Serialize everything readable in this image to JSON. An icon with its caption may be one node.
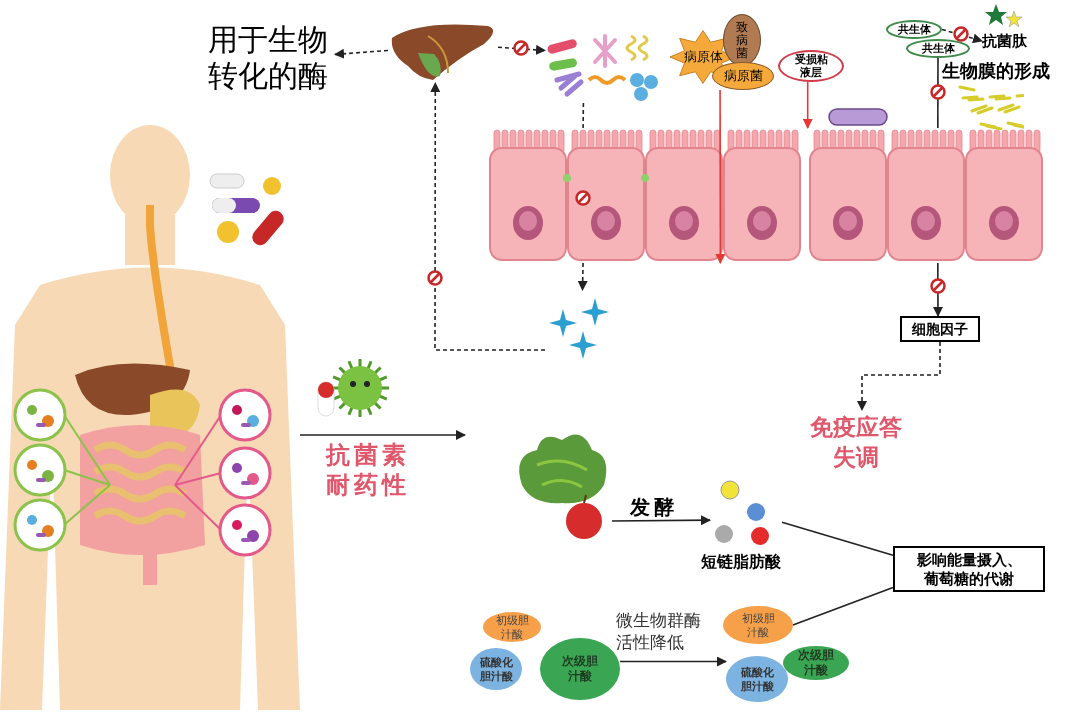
{
  "diagram": {
    "nodes": [
      {
        "text": [
          "用于生物转化的酶"
        ]
      },
      {
        "text": [],
        "shape": "picture"
      },
      {
        "text": [],
        "shape": "picture"
      },
      {
        "text": [
          "病原体"
        ]
      },
      {
        "text": [
          "致病菌"
        ]
      },
      {
        "text": [
          "病原菌"
        ]
      },
      {
        "text": [
          "受损粘液层"
        ]
      },
      {
        "text": [
          "共生体"
        ]
      },
      {
        "text": [
          "共生体"
        ]
      },
      {
        "text": [
          "抗菌肽"
        ]
      },
      {
        "text": [],
        "shape": "picture"
      },
      {
        "text": [],
        "shape": "picture"
      },
      {
        "text": [
          "细胞因子"
        ]
      },
      {
        "text": [
          "免疫应答失调"
        ]
      },
      {
        "text": [],
        "shape": "picture"
      },
      {
        "text": [],
        "shape": "picture"
      },
      {
        "text": [],
        "shape": "picture",
        "beside": [
          "短链脂肪酸"
        ]
      },
      {
        "text": [
          "影响能量摄入、葡萄糖的代谢"
        ]
      },
      {
        "text": [
          "初级胆汁酸"
        ]
      },
      {
        "text": [
          "硫酸化胆汁酸"
        ]
      },
      {
        "text": [
          "次级胆汁酸"
        ]
      },
      {
        "text": [
          "初级胆汁酸"
        ]
      },
      {
        "text": [
          "硫酸化胆汁酸"
        ]
      },
      {
        "text": [
          "次级胆汁酸"
        ]
      }
    ],
    "edges": [
      {
        "from": 1,
        "to": 0,
        "arrow": "to",
        "style": "dashed"
      },
      {
        "from": 1,
        "to": 2,
        "arrow": "to",
        "style": "dashed"
      },
      {
        "from": 2,
        "to": 10,
        "arrow": "none",
        "style": "dashed"
      },
      {
        "from": 10,
        "to": 11,
        "arrow": "to",
        "style": "dashed"
      },
      {
        "from": 11,
        "to": 1,
        "arrow": "to",
        "style": "dashed"
      },
      {
        "from": 5,
        "to": 10,
        "arrow": "to",
        "color": "#e53935"
      },
      {
        "from": 6,
        "to": 10,
        "arrow": "to",
        "color": "#e53935"
      },
      {
        "from": 7,
        "to": 9,
        "arrow": "to",
        "style": "dashed"
      },
      {
        "from": 8,
        "to": 10,
        "arrow": "none"
      },
      {
        "from": 10,
        "to": 12,
        "arrow": "to"
      },
      {
        "from": 12,
        "to": 13,
        "arrow": "to",
        "style": "dashed"
      },
      {
        "from": 14,
        "to": null,
        "arrow": "to",
        "label": "抗菌素耐药性"
      },
      {
        "from": 15,
        "to": 16,
        "arrow": "to",
        "label": "发酵"
      },
      {
        "from": 16,
        "to": 17,
        "arrow": "none"
      },
      {
        "from": 21,
        "to": 17,
        "arrow": "none"
      },
      {
        "from": 20,
        "to": 22,
        "arrow": "to",
        "label": "微生物群酶活性降低"
      }
    ],
    "labels": [
      "生物膜的形成"
    ]
  }
}
